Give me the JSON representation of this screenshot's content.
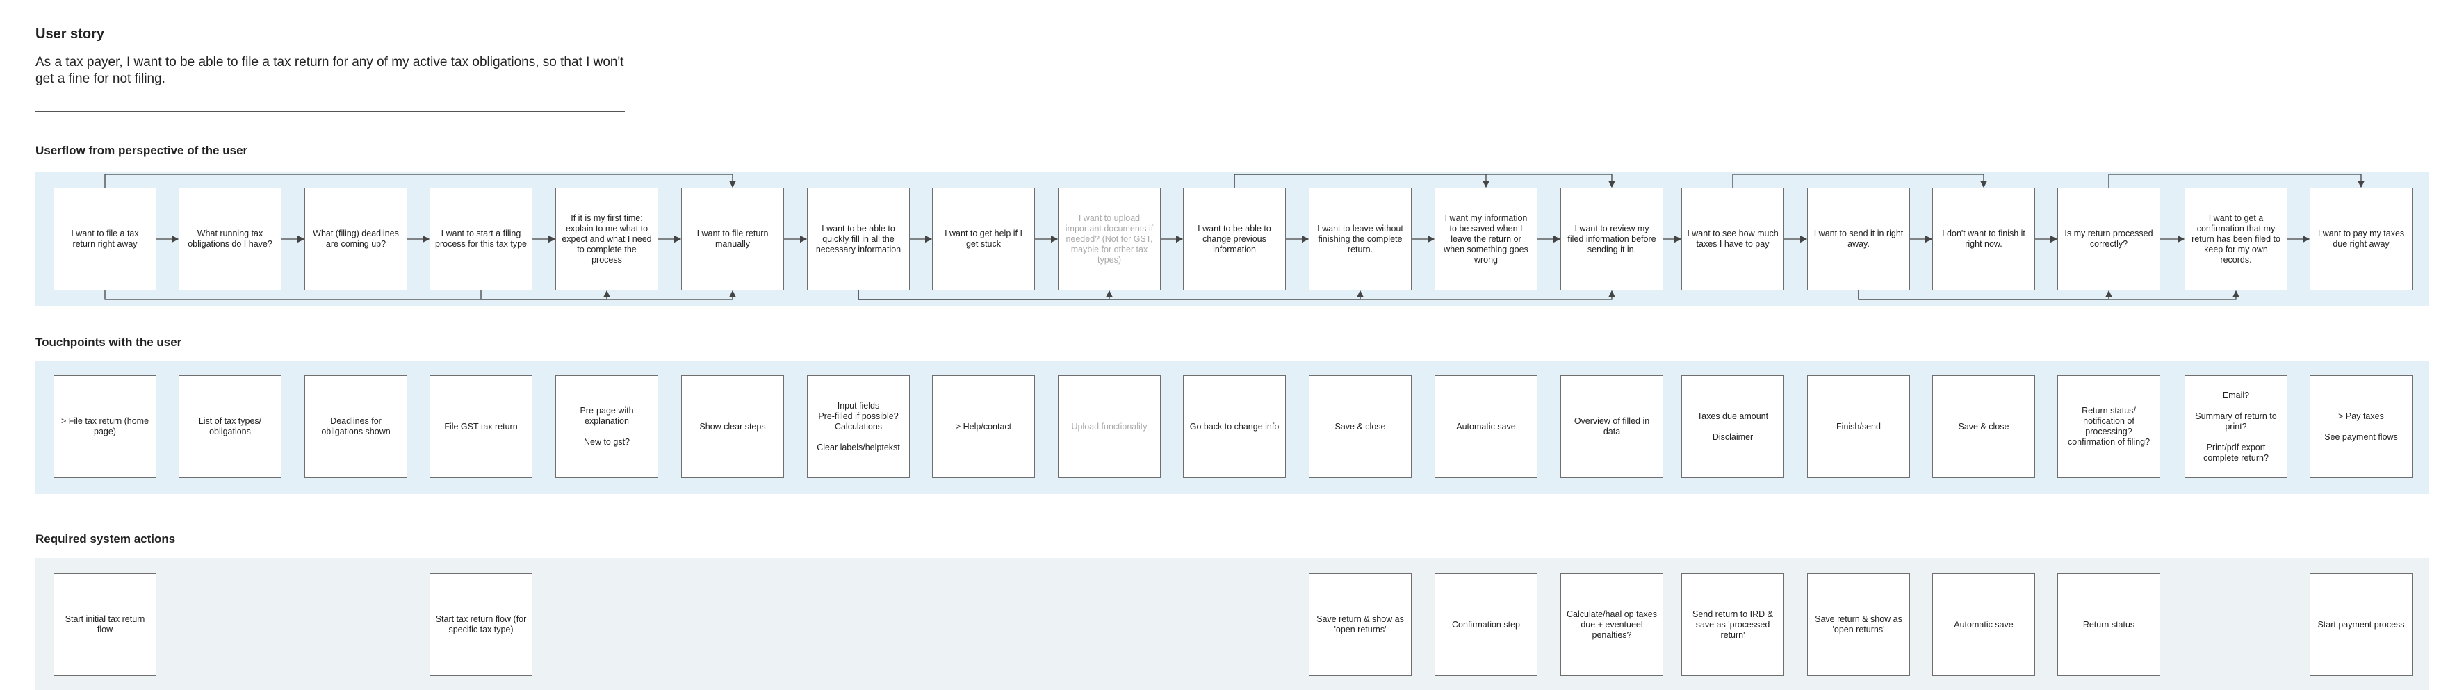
{
  "story": {
    "title": "User story",
    "text": "As a tax payer, I want to be able to file a tax return for any of my active tax obligations, so that I won't get a fine for not filing."
  },
  "userflow": {
    "title": "Userflow from perspective of the user",
    "steps": [
      "I want to file a tax return right away",
      "What running tax obligations do I have?",
      "What (filing) deadlines are coming up?",
      "I want to start a filing process for this tax type",
      "If it is my first time: explain to me what to expect and what I need to complete the process",
      "I want to file return manually",
      "I want to be able to quickly fill in all the necessary information",
      "I want to get help if I get stuck",
      "I want to upload important documents if needed? (Not for GST, maybie for other tax types)",
      "I want to be able to change previous information",
      "I want to leave without finishing the complete return.",
      "I want my information to be saved when I leave the return or when something goes wrong",
      "I want to review my filed information before sending it in.",
      "I want to see how much taxes I have to pay",
      "I want to send it in right away.",
      "I don't want to finish it right now.",
      "Is my return processed correctly?",
      "I want to get a confirmation that my return has been filed to keep for my own records.",
      "I want to pay my taxes due right away"
    ]
  },
  "touchpoints": {
    "title": "Touchpoints with the user",
    "items": [
      "> File tax return (home page)",
      "List of tax types/ obligations",
      "Deadlines for obligations shown",
      "File GST tax return",
      "Pre-page with explanation\n\nNew to gst?",
      "Show clear steps",
      "Input fields\nPre-filled if possible?\nCalculations\n\nClear labels/helptekst",
      "> Help/contact",
      "Upload functionality",
      "Go back to change info",
      "Save & close",
      "Automatic save",
      "Overview of filled in data",
      "Taxes due amount\n\nDisclaimer",
      "Finish/send",
      "Save & close",
      "Return status/ notification of processing? confirmation of filing?",
      "Email?\n\nSummary of return to print?\n\nPrint/pdf export complete return?",
      "> Pay taxes\n\nSee payment flows"
    ]
  },
  "system": {
    "title": "Required system actions",
    "items": [
      "Start initial tax return flow",
      "Start tax return flow (for specific tax type)",
      "Save return & show as 'open returns'",
      "Confirmation step",
      "Calculate/haal op taxes due + eventueel penalties?",
      "Send return to IRD & save as 'processed return'",
      "Save return & show as 'open returns'",
      "Automatic save",
      "Return status",
      "Start payment process"
    ]
  },
  "colors": {
    "band_blue": "#e3f0f7",
    "band_gray": "#edf2f4",
    "line": "#555555",
    "muted_text": "#aaaaaa"
  }
}
